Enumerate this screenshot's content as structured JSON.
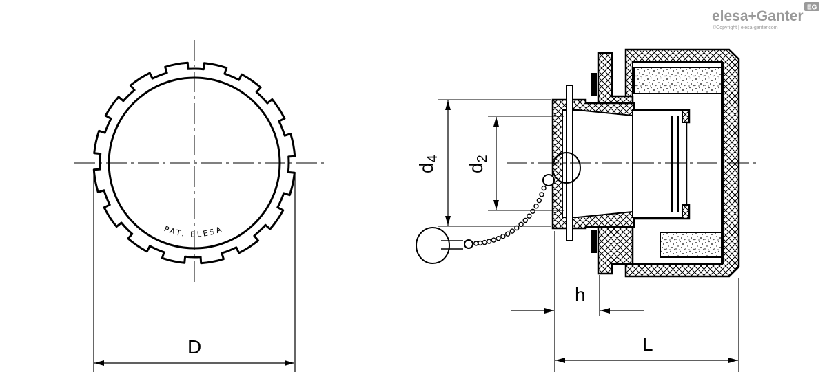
{
  "brand": {
    "name": "elesa+Ganter",
    "badge": "EG",
    "copyright": "©Copyright | elesa-ganter.com"
  },
  "front_view": {
    "marking": "PAT. ELESA",
    "dimension_D": "D"
  },
  "side_view": {
    "dimension_d4": "d4",
    "dimension_d2": "d2",
    "dimension_h": "h",
    "dimension_L": "L"
  }
}
